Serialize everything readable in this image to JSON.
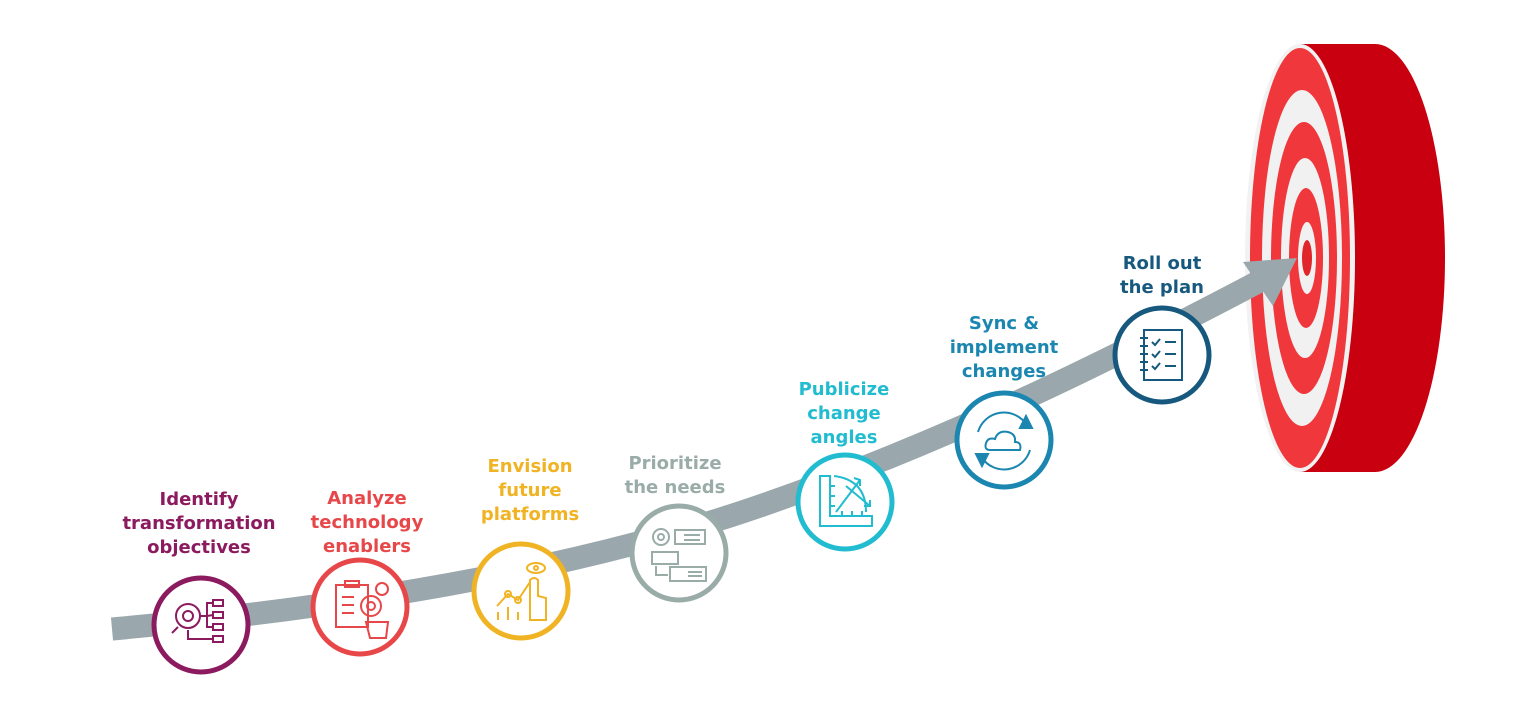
{
  "steps": [
    {
      "lines": [
        "Identify",
        "transformation",
        "objectives"
      ],
      "color": "#8b1a5e",
      "icon": "gear-search-network-icon"
    },
    {
      "lines": [
        "Analyze",
        "technology",
        "enablers"
      ],
      "color": "#e8474a",
      "icon": "clipboard-magnifier-icon"
    },
    {
      "lines": [
        "Envision",
        "future",
        "platforms"
      ],
      "color": "#f0b323",
      "icon": "growth-hand-eye-icon"
    },
    {
      "lines": [
        "Prioritize",
        "the needs"
      ],
      "color": "#9aaca8",
      "icon": "ranked-list-icon"
    },
    {
      "lines": [
        "Publicize",
        "change",
        "angles"
      ],
      "color": "#22bcd0",
      "icon": "ruler-angle-icon"
    },
    {
      "lines": [
        "Sync &",
        "implement",
        "changes"
      ],
      "color": "#1b86b0",
      "icon": "cloud-sync-icon"
    },
    {
      "lines": [
        "Roll out",
        "the plan"
      ],
      "color": "#17597e",
      "icon": "checklist-icon"
    }
  ],
  "colors": {
    "arrow": "#9aa7ad",
    "target_red": "#f0373c",
    "target_dark": "#c8000f",
    "target_white": "#f1f1f1"
  }
}
